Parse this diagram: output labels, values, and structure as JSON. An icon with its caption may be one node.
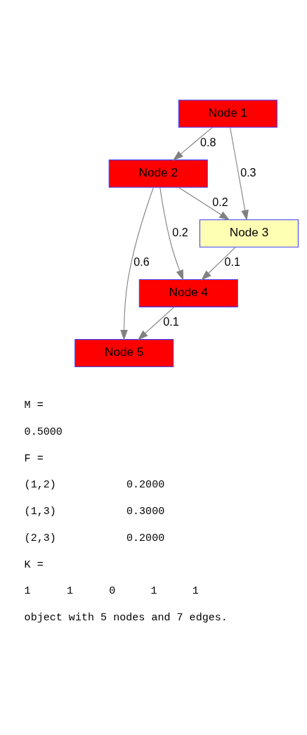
{
  "diagram": {
    "nodes": [
      {
        "text": [
          "Node 1"
        ]
      },
      {
        "text": [
          "Node 2"
        ]
      },
      {
        "text": [
          "Node 3"
        ]
      },
      {
        "text": [
          "Node 4"
        ]
      },
      {
        "text": [
          "Node 5"
        ]
      }
    ],
    "edges": [
      {
        "from": 0,
        "to": 1,
        "arrow": "to",
        "label": "0.8"
      },
      {
        "from": 0,
        "to": 2,
        "arrow": "to",
        "label": "0.3"
      },
      {
        "from": 1,
        "to": 2,
        "arrow": "to",
        "label": "0.2"
      },
      {
        "from": 1,
        "to": 3,
        "arrow": "to",
        "label": "0.2"
      },
      {
        "from": 1,
        "to": 4,
        "arrow": "to",
        "label": "0.6"
      },
      {
        "from": 2,
        "to": 3,
        "arrow": "to",
        "label": "0.1"
      },
      {
        "from": 3,
        "to": 4,
        "arrow": "to",
        "label": "0.1"
      }
    ],
    "labels": [
      "M =",
      "0.5000",
      "F =",
      "(1,2)",
      "0.2000",
      "(1,3)",
      "0.3000",
      "(2,3)",
      "0.2000",
      "K =",
      "1",
      "1",
      "0",
      "1",
      "1",
      "object with 5 nodes and 7 edges."
    ]
  }
}
